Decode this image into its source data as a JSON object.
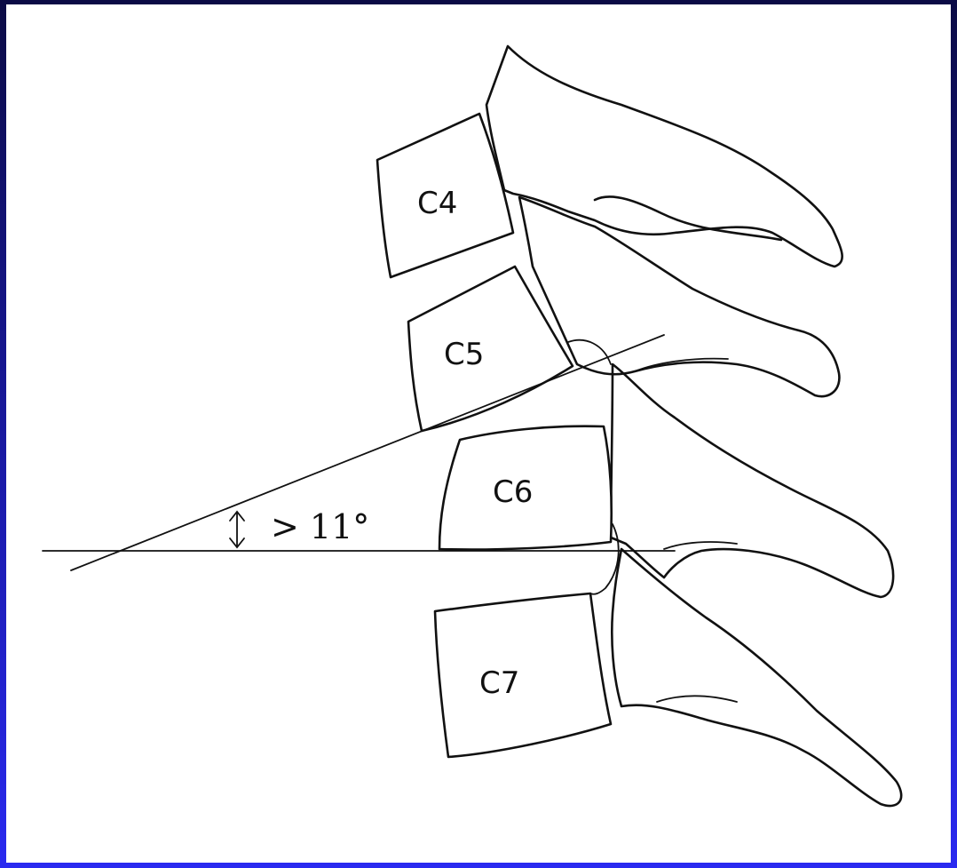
{
  "vertebrae": [
    {
      "id": "c4",
      "label": "C4"
    },
    {
      "id": "c5",
      "label": "C5"
    },
    {
      "id": "c6",
      "label": "C6"
    },
    {
      "id": "c7",
      "label": "C7"
    }
  ],
  "angle": {
    "text": "> 11°"
  },
  "colors": {
    "background_top": "#0b0b45",
    "background_bottom": "#2a2af0",
    "panel": "#ffffff",
    "ink": "#111111"
  }
}
